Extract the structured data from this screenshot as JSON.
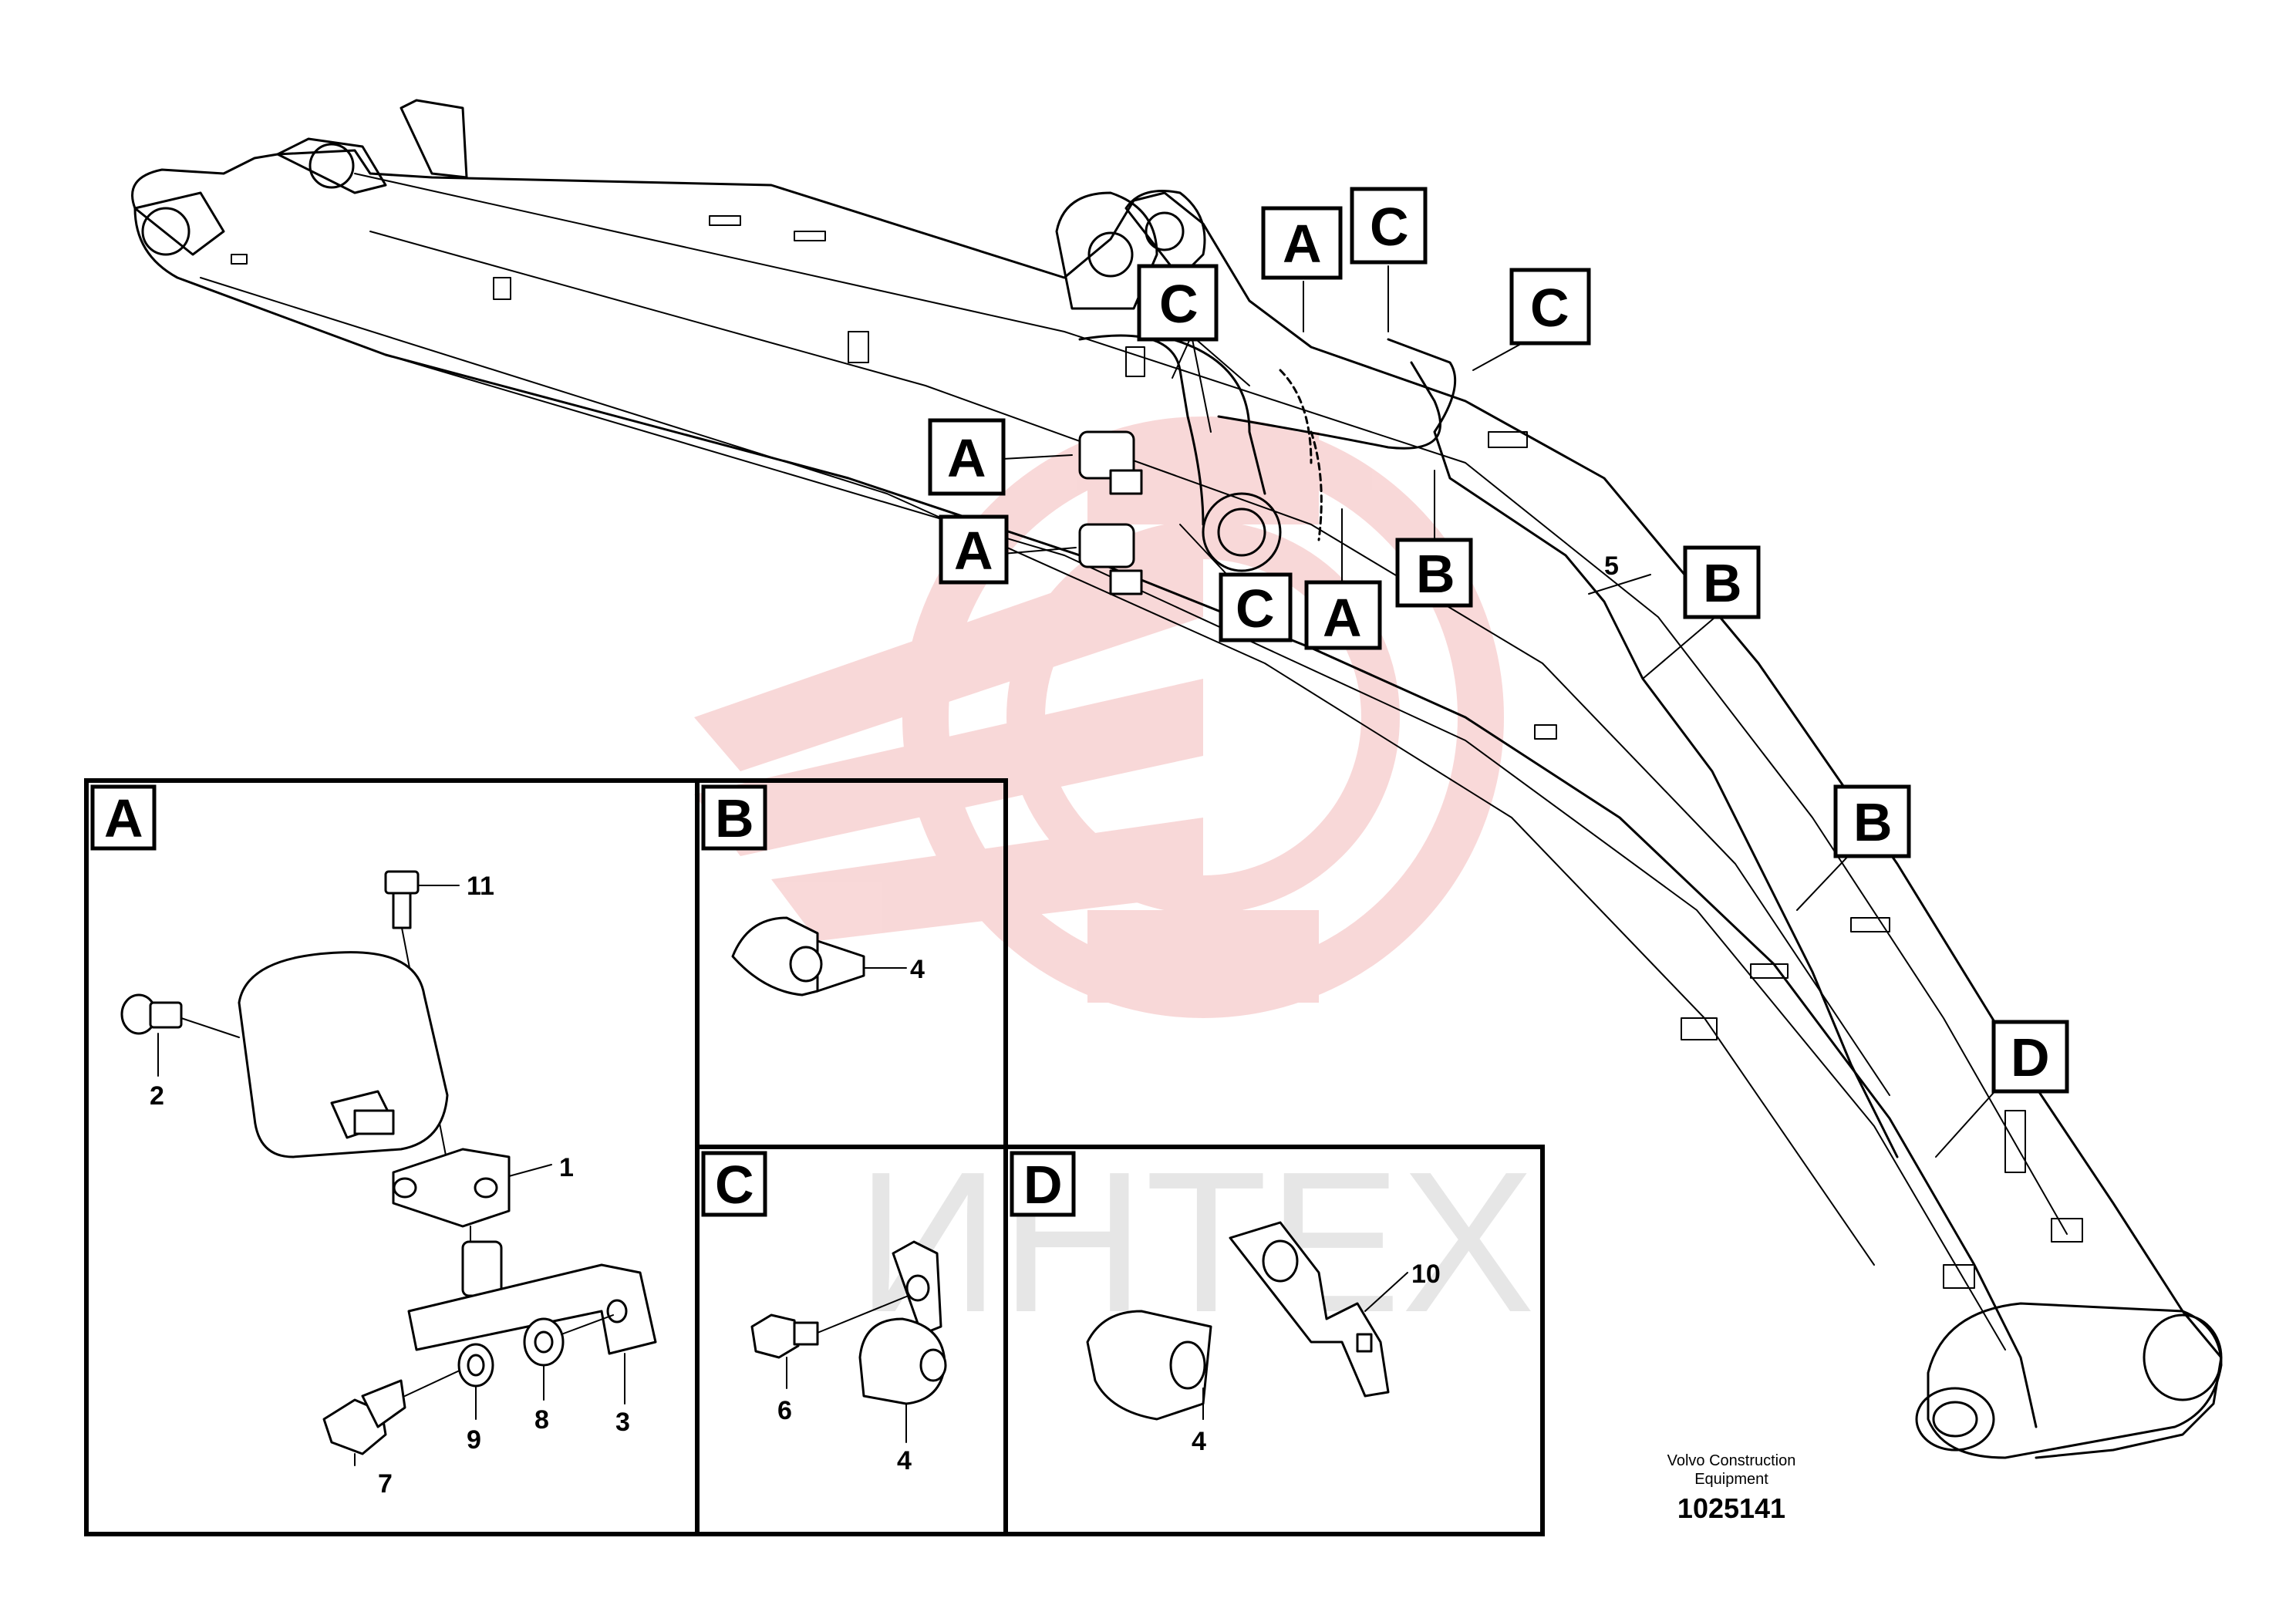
{
  "callouts": {
    "a1": "A",
    "a2": "A",
    "a3": "A",
    "a4": "A",
    "b1": "B",
    "b2": "B",
    "b3": "B",
    "c1": "C",
    "c2": "C",
    "c3": "C",
    "c4": "C",
    "d1": "D"
  },
  "wire_number": "5",
  "panels": {
    "a": {
      "title": "A",
      "items": {
        "n11": "11",
        "n2": "2",
        "n1": "1",
        "n7": "7",
        "n9": "9",
        "n8": "8",
        "n3": "3"
      }
    },
    "b": {
      "title": "B",
      "items": {
        "n4": "4"
      }
    },
    "c": {
      "title": "C",
      "items": {
        "n6": "6",
        "n4": "4"
      }
    },
    "d": {
      "title": "D",
      "items": {
        "n10": "10",
        "n4": "4"
      }
    }
  },
  "footer": {
    "line1": "Volvo Construction",
    "line2": "Equipment",
    "code": "1025141"
  },
  "watermark": {
    "text": "ИНТЕХ",
    "color": "#f2c6c6"
  }
}
